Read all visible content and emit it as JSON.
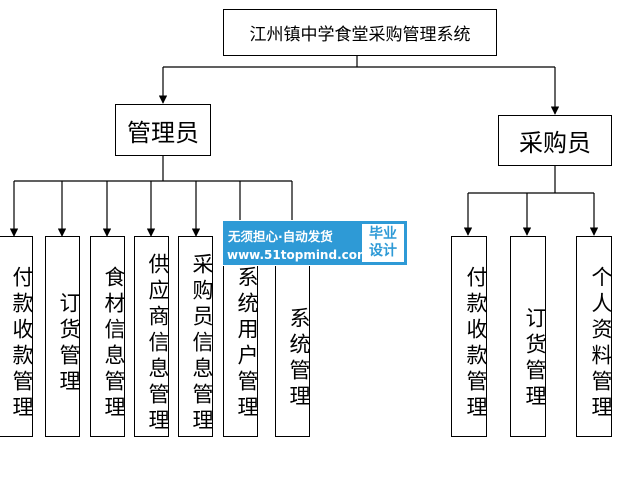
{
  "system": {
    "title": "江州镇中学食堂采购管理系统"
  },
  "roles": {
    "admin": {
      "label": "管理员",
      "modules": [
        "付款收款管理",
        "订货管理",
        "食材信息管理",
        "供应商信息管理",
        "采购员信息管理",
        "系统用户管理",
        "系统管理"
      ]
    },
    "buyer": {
      "label": "采购员",
      "modules": [
        "付款收款管理",
        "订货管理",
        "个人资料管理"
      ]
    }
  },
  "watermark": {
    "line1": "无须担心·自动发货",
    "line2": "www.51topmind.com",
    "tag_line1": "毕业",
    "tag_line2": "设计"
  },
  "colors": {
    "line": "#000000",
    "watermark_bg": "#2e9ad6",
    "watermark_text": "#ffffff"
  }
}
